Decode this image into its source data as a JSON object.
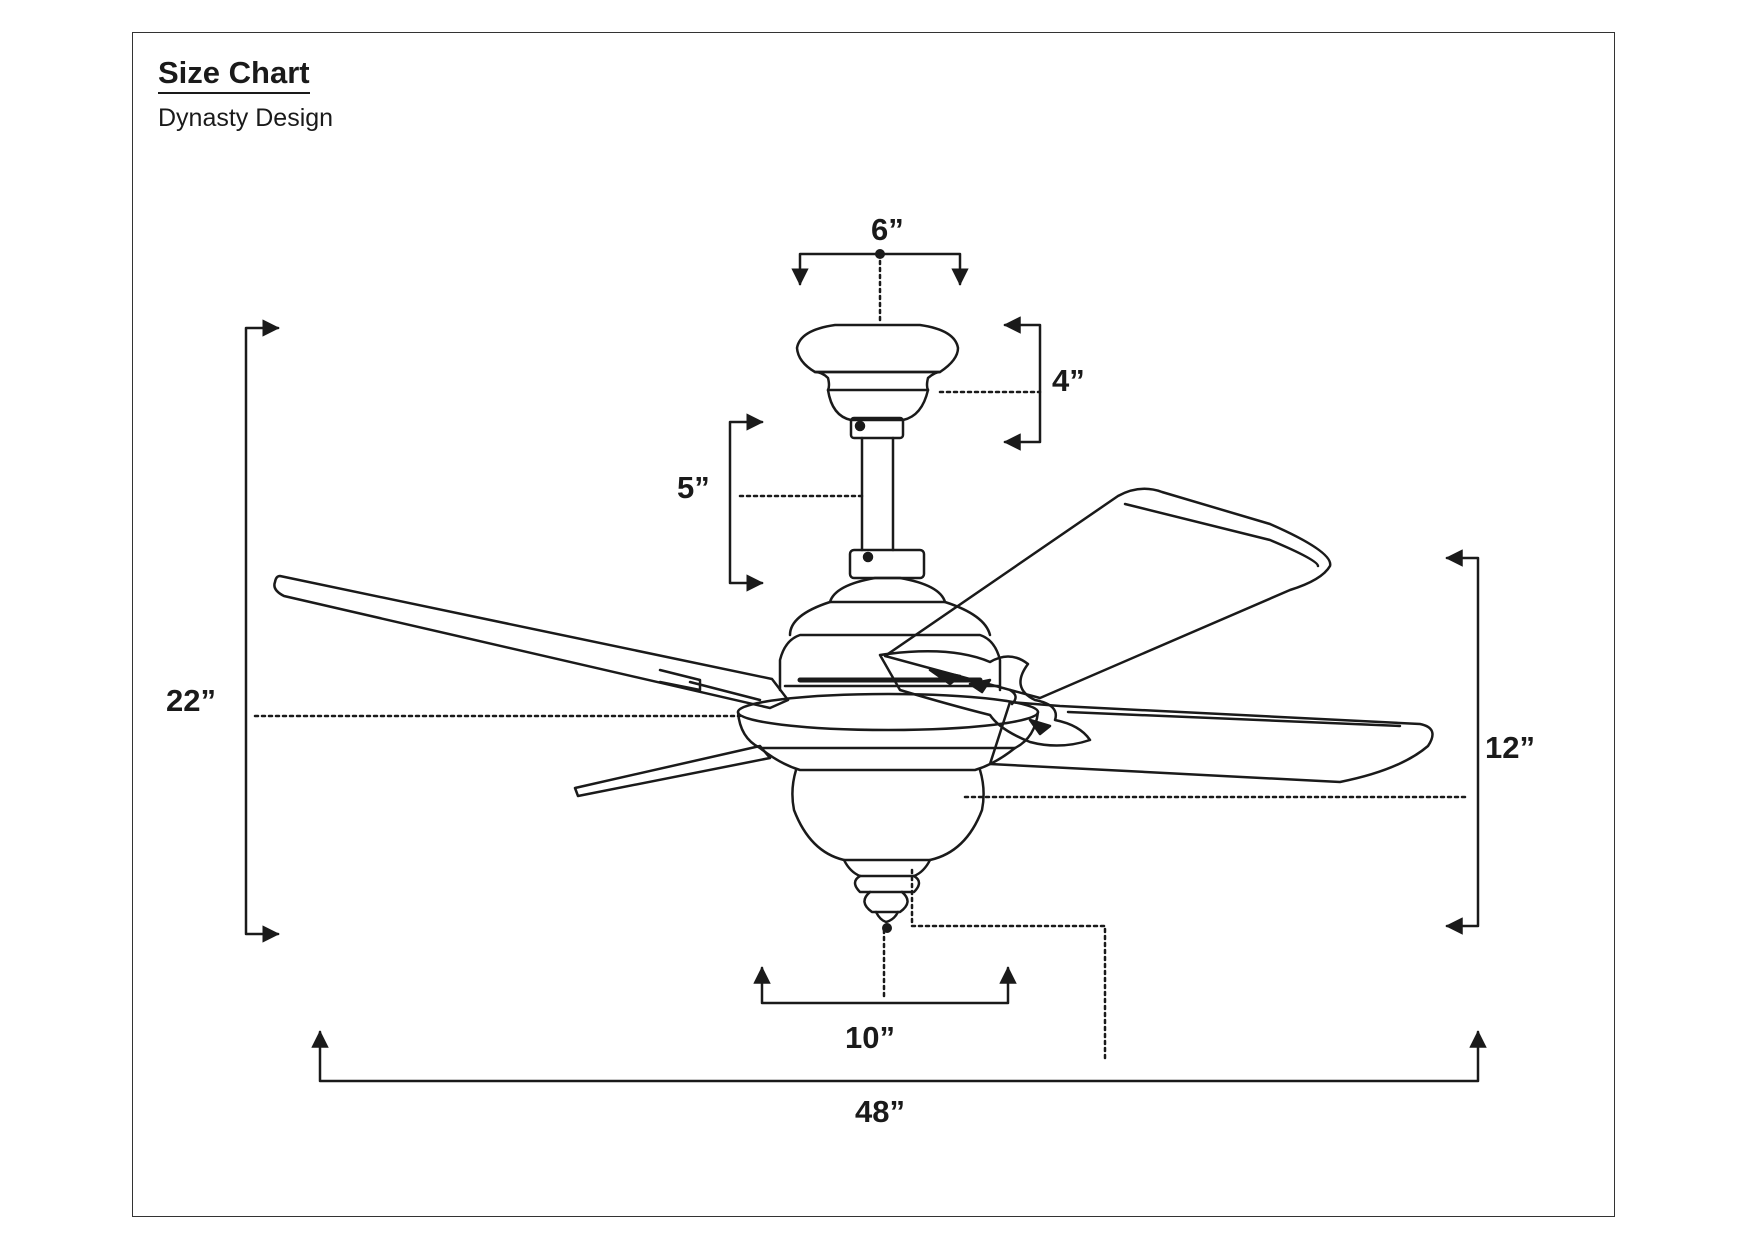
{
  "header": {
    "title": "Size Chart",
    "subtitle": "Dynasty Design"
  },
  "dimensions": {
    "canopy_width": "6”",
    "canopy_height": "4”",
    "downrod_length": "5”",
    "overall_height": "22”",
    "motor_to_light_height": "12”",
    "light_kit_width": "10”",
    "blade_span": "48”"
  },
  "colors": {
    "line": "#1a1a1a",
    "frame": "#333333"
  }
}
